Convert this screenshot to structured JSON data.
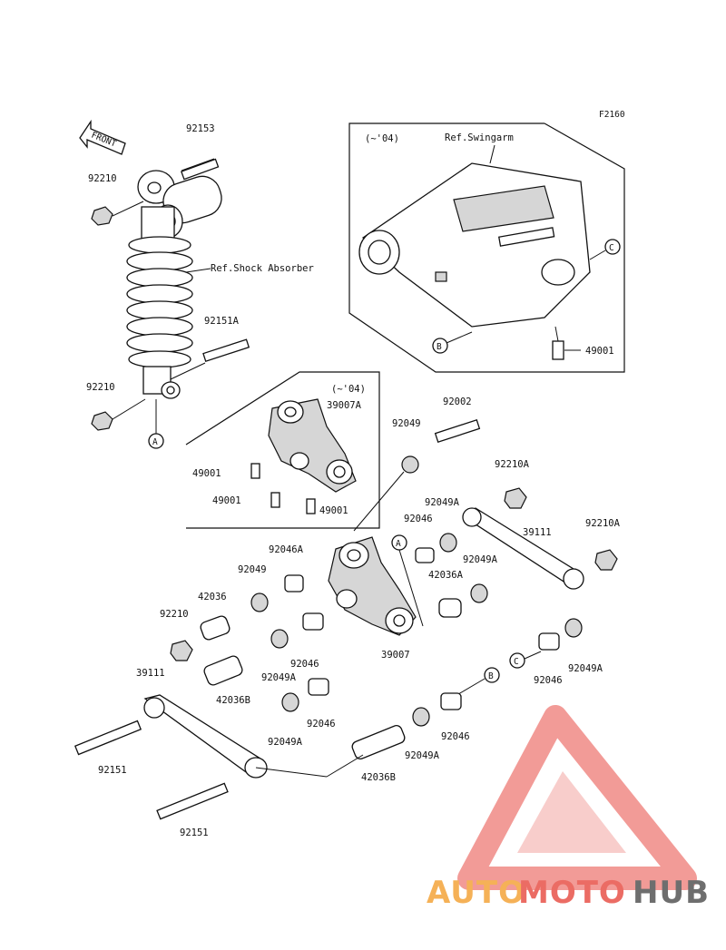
{
  "figure_code": "F2160",
  "front_label": "FRONT",
  "callouts": {
    "a": "A",
    "b": "B",
    "c": "C"
  },
  "part_labels": {
    "p92153": "92153",
    "p92210_top": "92210",
    "ref_shock": "Ref.Shock Absorber",
    "p92151A": "92151A",
    "p92210_bot": "92210",
    "p39007A": "39007A",
    "p49001_a": "49001",
    "p49001_b": "49001",
    "p49001_c": "49001",
    "p92002": "92002",
    "p92049_top": "92049",
    "p92210A_top": "92210A",
    "p92049A_1": "92049A",
    "p92046_1": "92046",
    "p39111_right": "39111",
    "p92210A_right": "92210A",
    "p92049A_2": "92049A",
    "p42036A": "42036A",
    "p92046A": "92046A",
    "p92049_left": "92049",
    "p42036": "42036",
    "p92210_left": "92210",
    "p39111_left": "39111",
    "p92046_2": "92046",
    "p92049A_3": "92049A",
    "p39007": "39007",
    "p42036B_1": "42036B",
    "p92046_3": "92046",
    "p92049A_4": "92049A",
    "p92046_4": "92046",
    "p92046_5": "92046",
    "p92049A_5": "92049A",
    "p92151_1": "92151",
    "p92049A_6": "92049A",
    "p42036B_2": "42036B",
    "p92151_2": "92151",
    "p49001_swing": "49001"
  },
  "swingarm_box": {
    "year": "(~'04)",
    "ref": "Ref.Swingarm"
  },
  "rocker_box": {
    "year": "(~'04)"
  },
  "watermark": {
    "auto": "AUTO",
    "moto": "MOTO",
    "hub": "HUB",
    "color_auto": "#f4a43a",
    "color_moto": "#e8534a",
    "color_hub": "#555555",
    "triangle_color": "#f08a86"
  }
}
